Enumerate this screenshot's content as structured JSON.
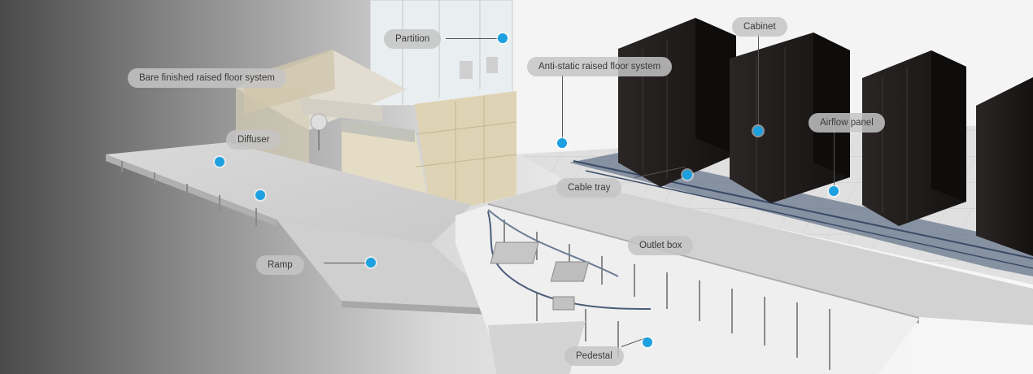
{
  "labels": {
    "partition": "Partition",
    "bare_floor": "Bare finished raised floor system",
    "anti_static": "Anti-static raised floor system",
    "cabinet": "Cabinet",
    "airflow_panel": "Airflow panel",
    "diffuser": "Diffuser",
    "cable_tray": "Cable tray",
    "outlet_box": "Outlet box",
    "ramp": "Ramp",
    "pedestal": "Pedestal"
  },
  "colors": {
    "marker": "#1da0e0",
    "label_bg": "#c4c4c4",
    "label_text": "#3a3a3a",
    "cabinet": "#1c1918"
  }
}
